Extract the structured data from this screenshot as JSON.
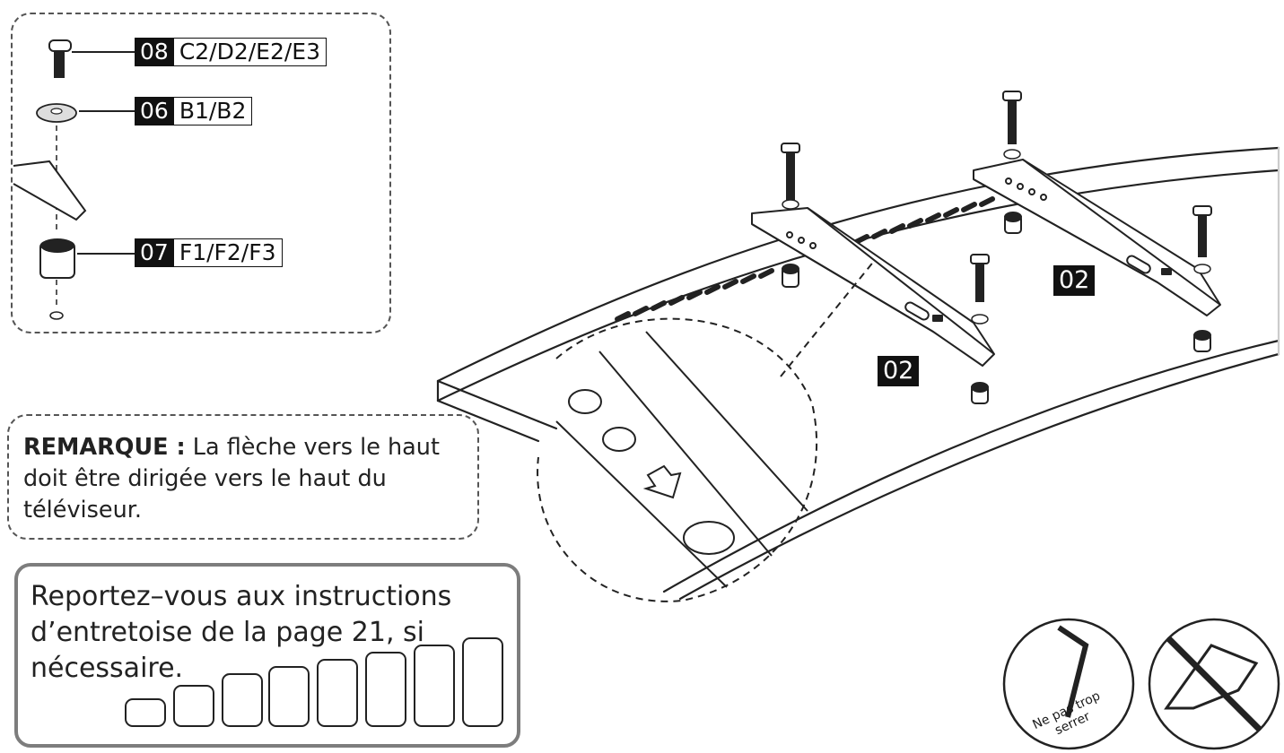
{
  "parts": [
    {
      "number": "08",
      "codes": "C2/D2/E2/E3"
    },
    {
      "number": "06",
      "codes": "B1/B2"
    },
    {
      "number": "07",
      "codes": "F1/F2/F3"
    }
  ],
  "note": {
    "heading": "REMARQUE :",
    "text": " La flèche vers le haut doit être dirigée vers le haut du téléviseur."
  },
  "spacer_instruction": "Reportez–vous aux instructions d’entretoise de la page 21, si nécessaire.",
  "bracket_labels": [
    "02",
    "02"
  ],
  "caution": {
    "hand_tool_text": "Ne pas trop serrer",
    "power_tool_icon": "no-power-drill-icon"
  }
}
